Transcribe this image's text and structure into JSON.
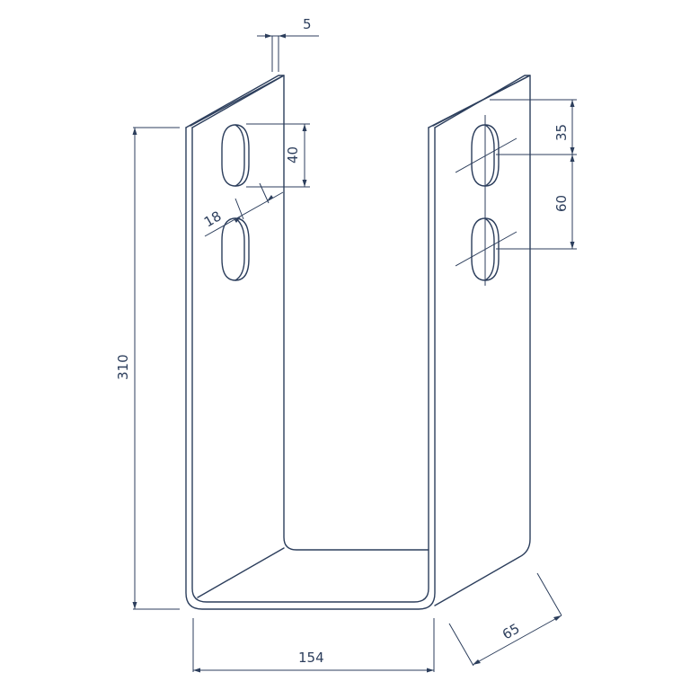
{
  "drawing": {
    "type": "technical-drawing",
    "subject": "U-shaped post base bracket with slotted holes",
    "line_color": "#2c3e5c",
    "background": "#ffffff"
  },
  "dimensions": {
    "thickness": "5",
    "height": "310",
    "width": "154",
    "depth": "65",
    "slot_length": "40",
    "slot_width": "18",
    "top_to_first_slot_center": "35",
    "slot_center_spacing": "60"
  }
}
